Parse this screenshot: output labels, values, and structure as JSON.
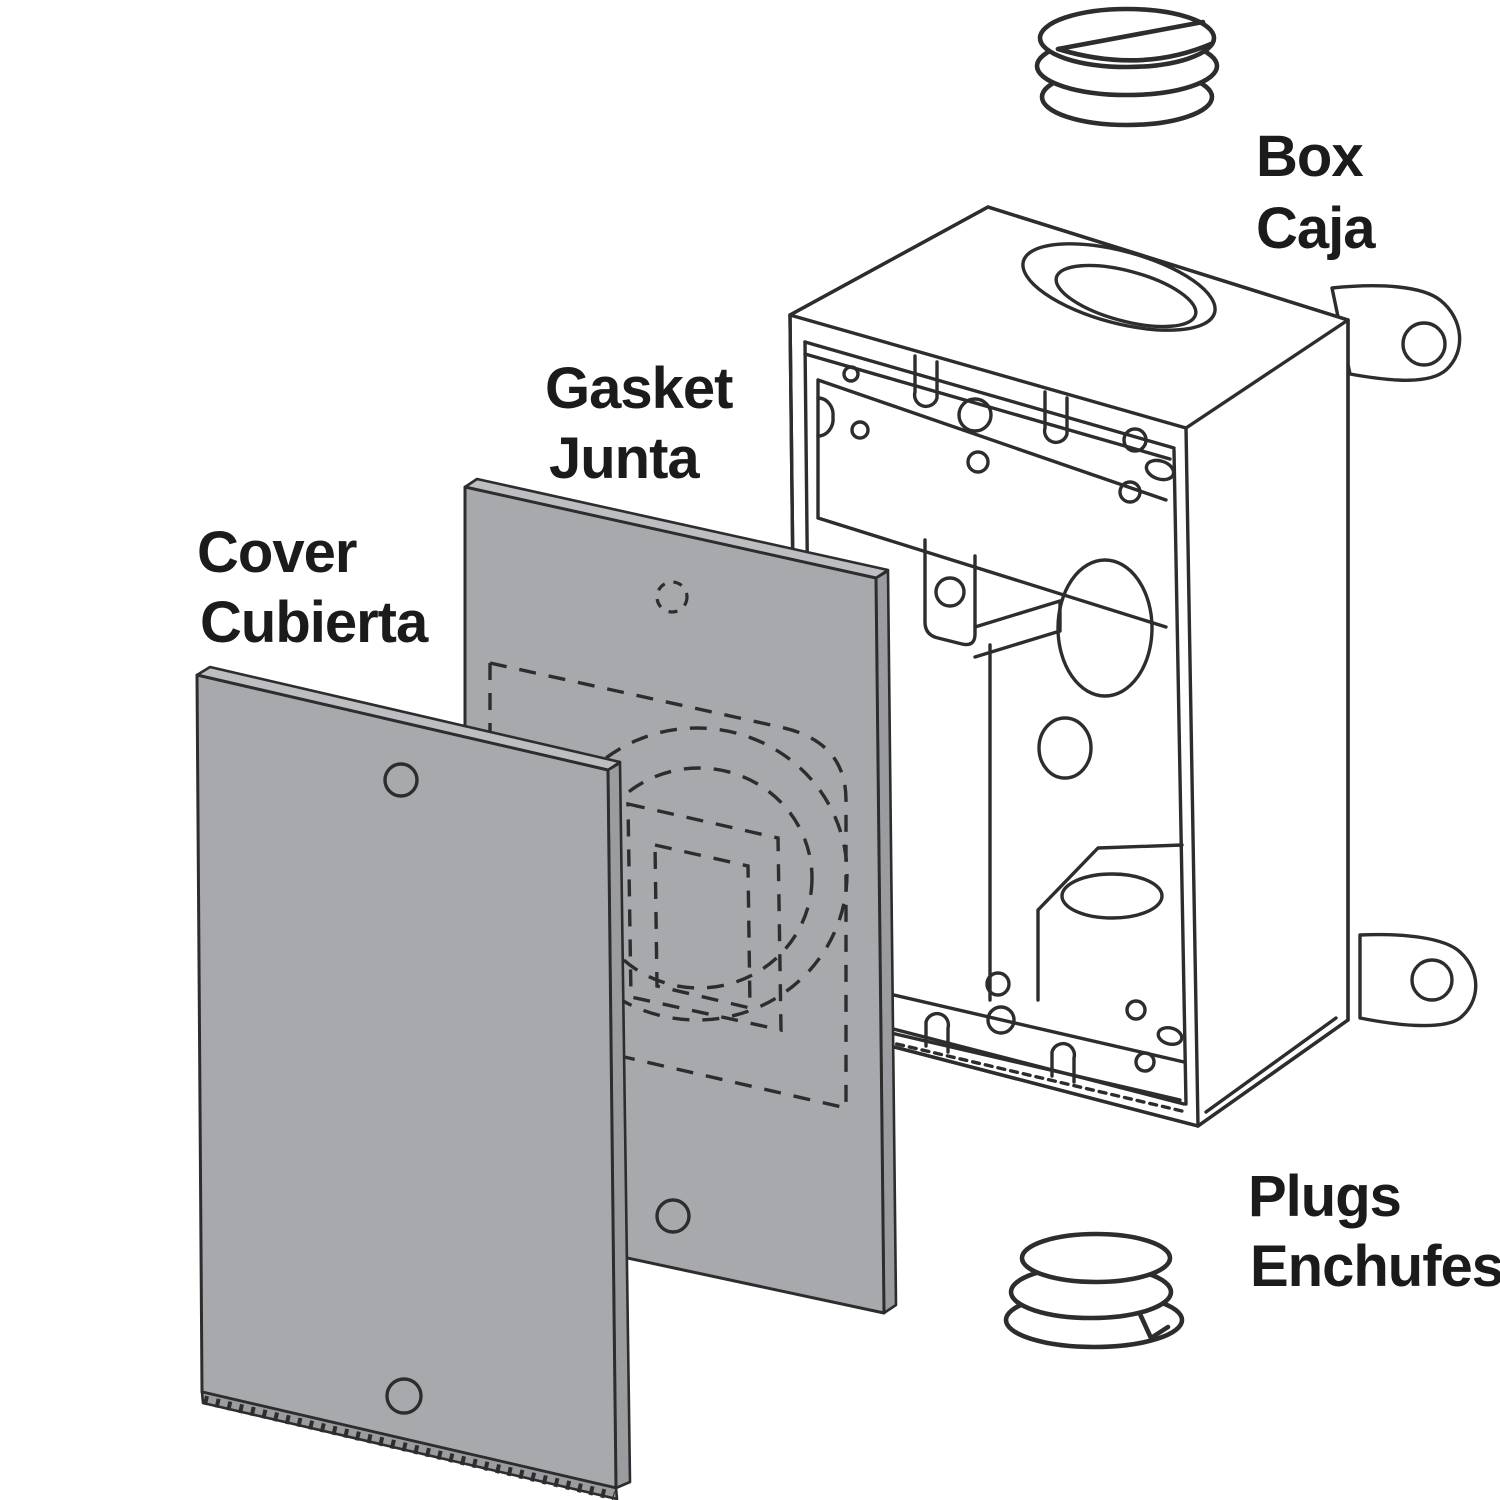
{
  "figure": {
    "type": "exploded-assembly-diagram",
    "subject": "Weatherproof single-gang electrical outlet box with gasket, blank cover and threaded closure plugs"
  },
  "labels": {
    "box": {
      "en": "Box",
      "es": "Caja"
    },
    "gasket": {
      "en": "Gasket",
      "es": "Junta"
    },
    "cover": {
      "en": "Cover",
      "es": "Cubierta"
    },
    "plugs": {
      "en": "Plugs",
      "es": "Enchufes"
    }
  },
  "parts": [
    "threaded plug (top)",
    "outlet box with mounting lugs",
    "gasket with dashed knockout outlines",
    "blank cover plate",
    "threaded plug (bottom)"
  ],
  "colors": {
    "line": "#2d2d2d",
    "plate": "#a7a9ac",
    "plate_edge": "#bcbec2",
    "plate_side": "#9a9c9f",
    "background": "#ffffff",
    "text": "#1b1b1b"
  }
}
